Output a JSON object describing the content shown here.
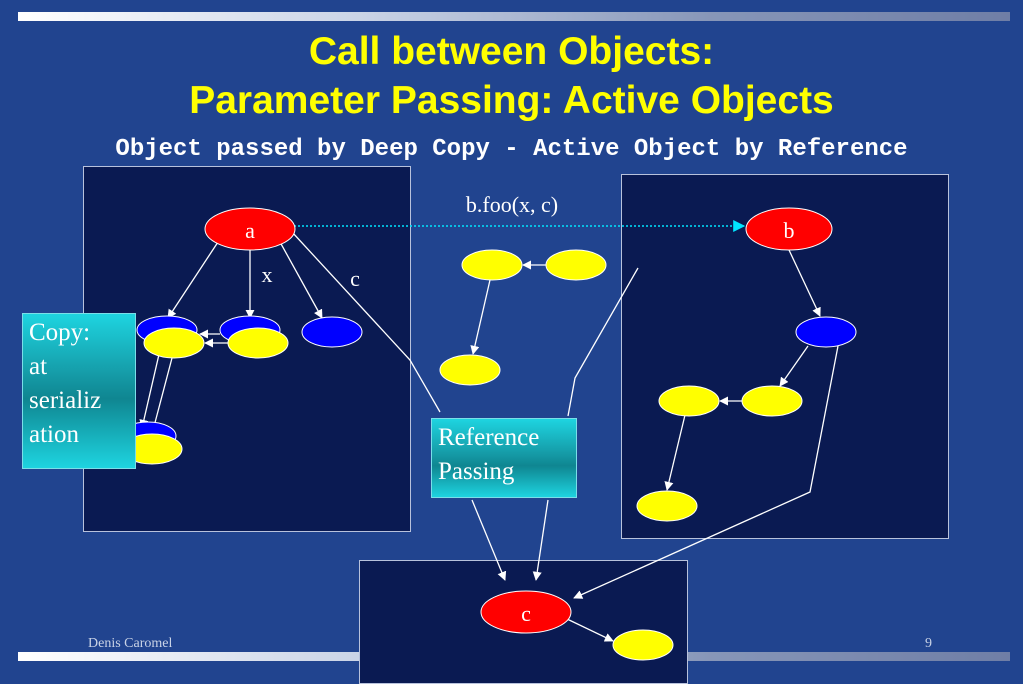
{
  "slide": {
    "title_line1": "Call between Objects:",
    "title_line2": "Parameter Passing: Active Objects",
    "subtitle": "Object passed by Deep Copy - Active Object by Reference",
    "author": "Denis Caromel",
    "page_number": "9"
  },
  "diagram": {
    "call_label": "b.foo(x, c)",
    "node_a": "a",
    "node_b": "b",
    "node_c": "c",
    "edge_x": "x",
    "edge_c": "c",
    "copy_callout": [
      "Copy:",
      "at",
      "serializ",
      "ation"
    ],
    "reference_callout": [
      "Reference",
      "Passing"
    ]
  },
  "colors": {
    "background": "#21448f",
    "panel": "#0a1a52",
    "active_object": "#ff0000",
    "passive_blue": "#0000ff",
    "passive_yellow": "#ffff00",
    "title": "#ffff00",
    "call_arrow": "#00e5ff",
    "callout": "#1ed4e0"
  }
}
